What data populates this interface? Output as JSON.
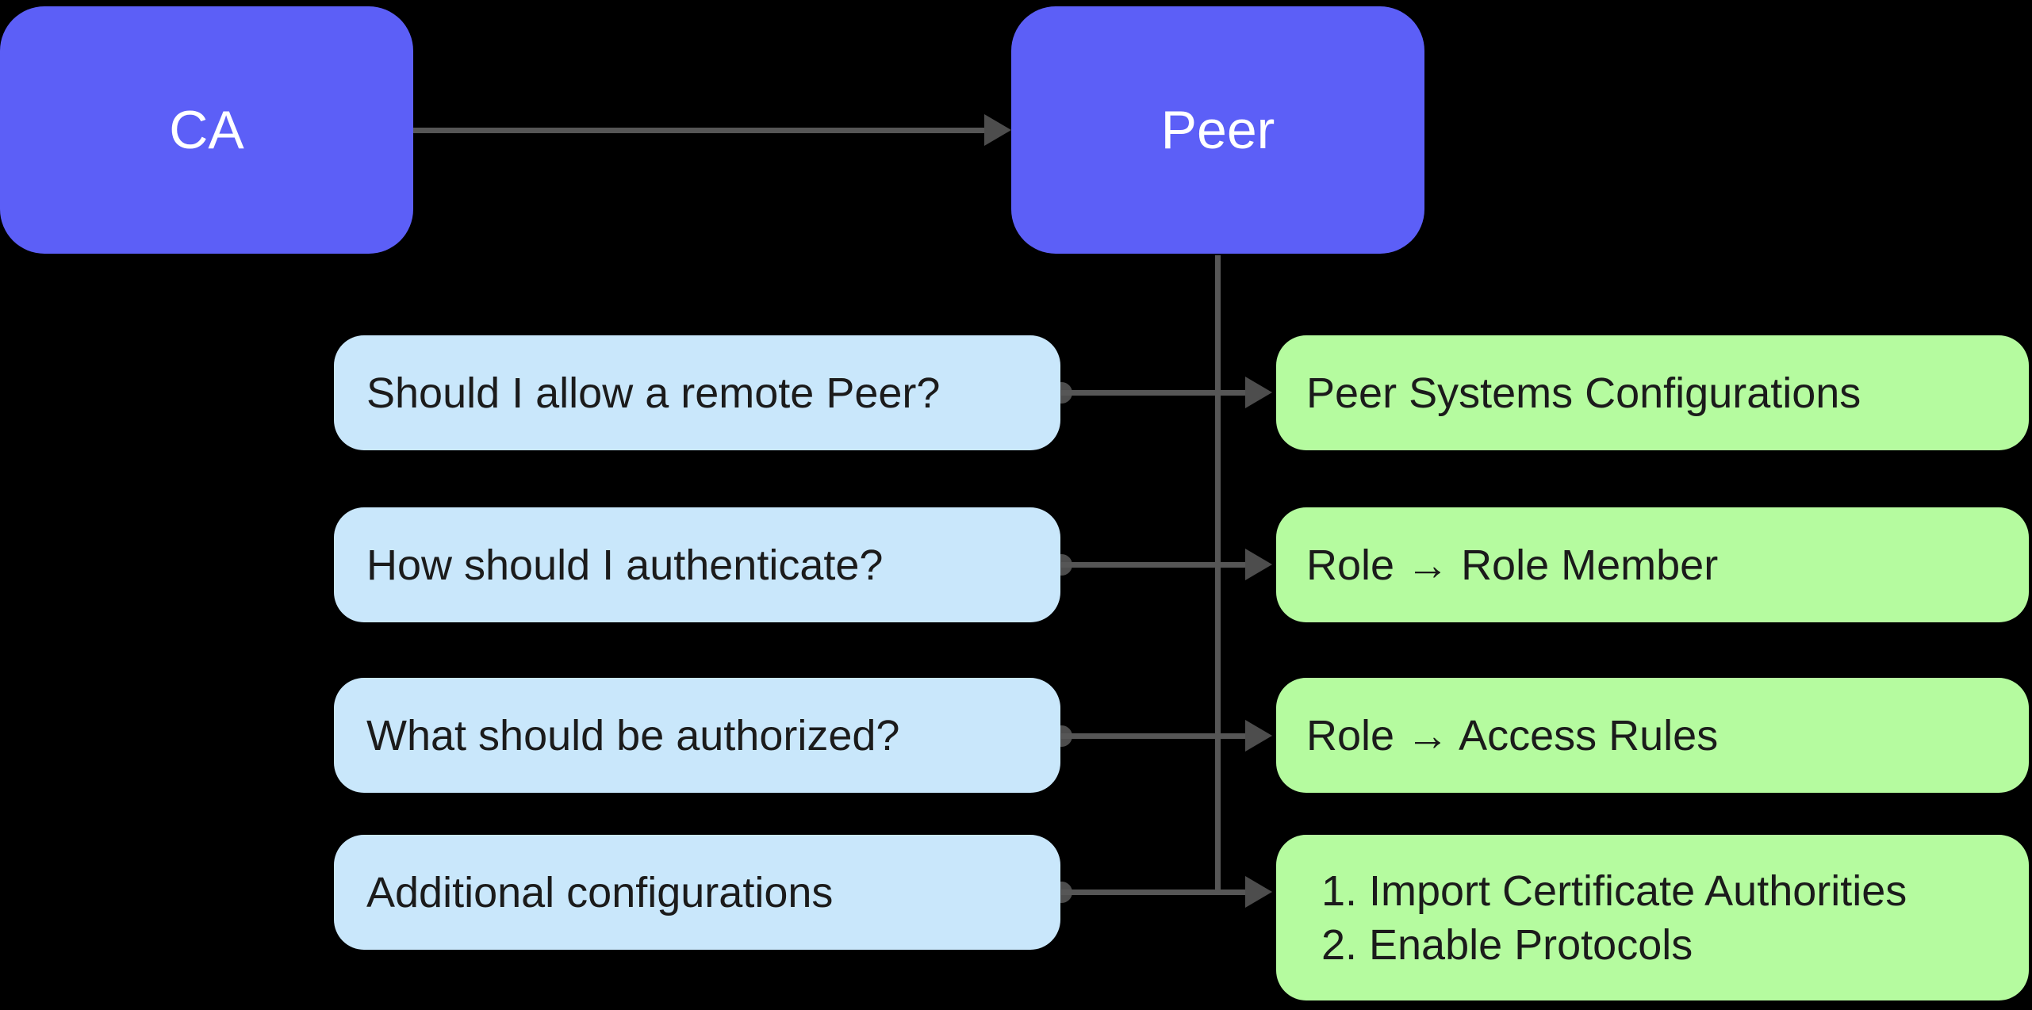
{
  "canvas": {
    "bg": "#000000"
  },
  "colors": {
    "node_fill": "#5C5FF7",
    "question_fill": "#C9E7FB",
    "answer_fill": "#B5FB9F",
    "connector": "#565656",
    "text_dark": "#1B1B1B",
    "text_light": "#FFFFFF"
  },
  "nodes": {
    "ca": {
      "label": "CA"
    },
    "peer": {
      "label": "Peer"
    }
  },
  "rows": [
    {
      "question": "Should I allow a remote Peer?",
      "answer": "Peer Systems Configurations"
    },
    {
      "question": "How should I authenticate?",
      "answer": "Role → Role Member"
    },
    {
      "question": "What should be authorized?",
      "answer": "Role → Access Rules"
    },
    {
      "question": "Additional configurations",
      "answer_list": [
        "Import Certificate Authorities",
        "Enable Protocols"
      ]
    }
  ]
}
